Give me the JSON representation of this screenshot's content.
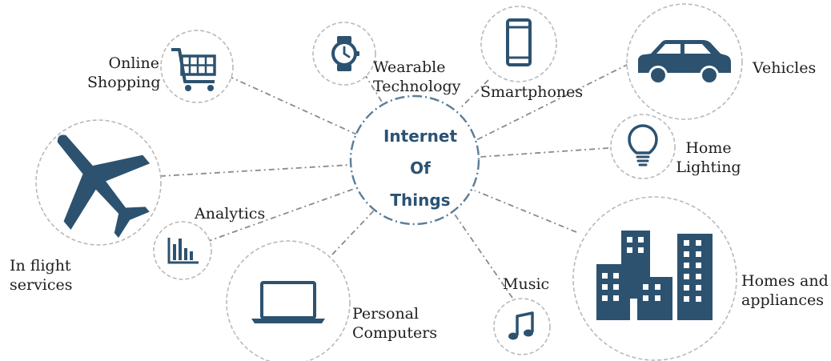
{
  "hub": {
    "lines": [
      "Internet",
      "Of",
      "Things"
    ]
  },
  "nodes": {
    "online_shopping": {
      "lines": [
        "Online",
        "Shopping"
      ],
      "icon": "shopping-cart-icon"
    },
    "wearable_technology": {
      "lines": [
        "Wearable",
        "Technology"
      ],
      "icon": "wristwatch-icon"
    },
    "smartphones": {
      "lines": [
        "Smartphones"
      ],
      "icon": "smartphone-icon"
    },
    "vehicles": {
      "lines": [
        "Vehicles"
      ],
      "icon": "car-icon"
    },
    "home_lighting": {
      "lines": [
        "Home",
        "Lighting"
      ],
      "icon": "light-bulb-icon"
    },
    "homes_and_appliances": {
      "lines": [
        "Homes and",
        "appliances"
      ],
      "icon": "buildings-icon"
    },
    "music": {
      "lines": [
        "Music"
      ],
      "icon": "music-note-icon"
    },
    "personal_computers": {
      "lines": [
        "Personal",
        "Computers"
      ],
      "icon": "laptop-icon"
    },
    "analytics": {
      "lines": [
        "Analytics"
      ],
      "icon": "bar-chart-icon"
    },
    "in_flight_services": {
      "lines": [
        "In flight",
        "services"
      ],
      "icon": "airplane-icon"
    }
  },
  "colors": {
    "icon": "#2c5270",
    "hub_text": "#2a5273",
    "hub_ring": "#5b7d97",
    "node_ring": "#b9b9b9",
    "connector": "#8a8a8a"
  }
}
